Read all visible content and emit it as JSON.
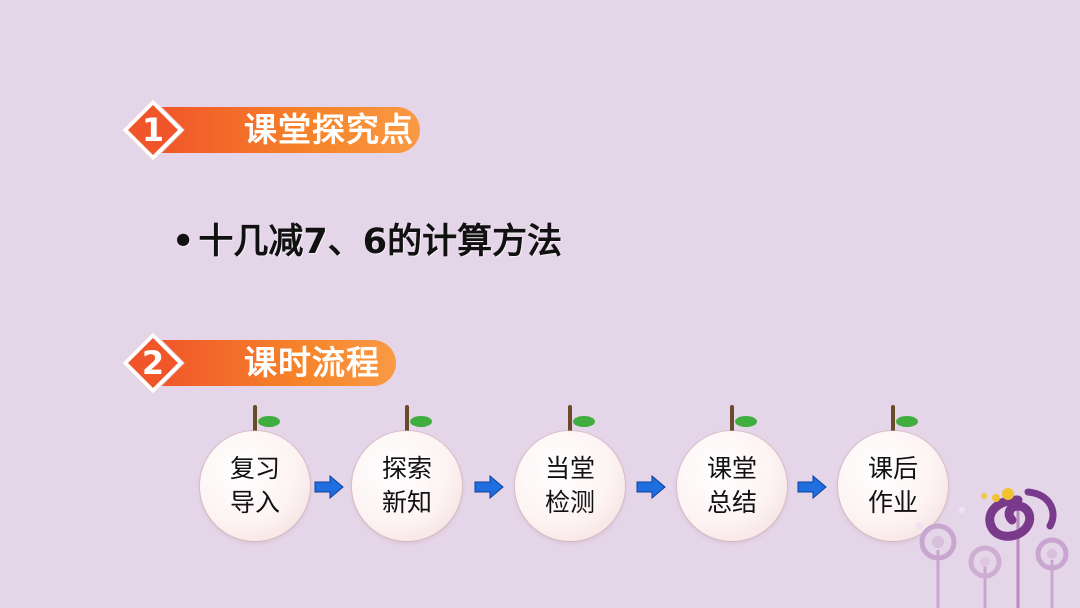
{
  "sections": [
    {
      "number": "1",
      "title": "课堂探究点"
    },
    {
      "number": "2",
      "title": "课时流程"
    }
  ],
  "bullet": {
    "marker": "•",
    "text": "十几减7、6的计算方法"
  },
  "flow": [
    {
      "line1": "复习",
      "line2": "导入"
    },
    {
      "line1": "探索",
      "line2": "新知"
    },
    {
      "line1": "当堂",
      "line2": "检测"
    },
    {
      "line1": "课堂",
      "line2": "总结"
    },
    {
      "line1": "课后",
      "line2": "作业"
    }
  ],
  "colors": {
    "background": "#e5d5e8",
    "accent_orange": "#f6842a",
    "arrow_blue": "#1f6fe0",
    "leaf_green": "#3fae3f"
  },
  "icons": {
    "flow_arrow": "right-arrow-icon",
    "fruit": "fruit-stem-icon"
  }
}
